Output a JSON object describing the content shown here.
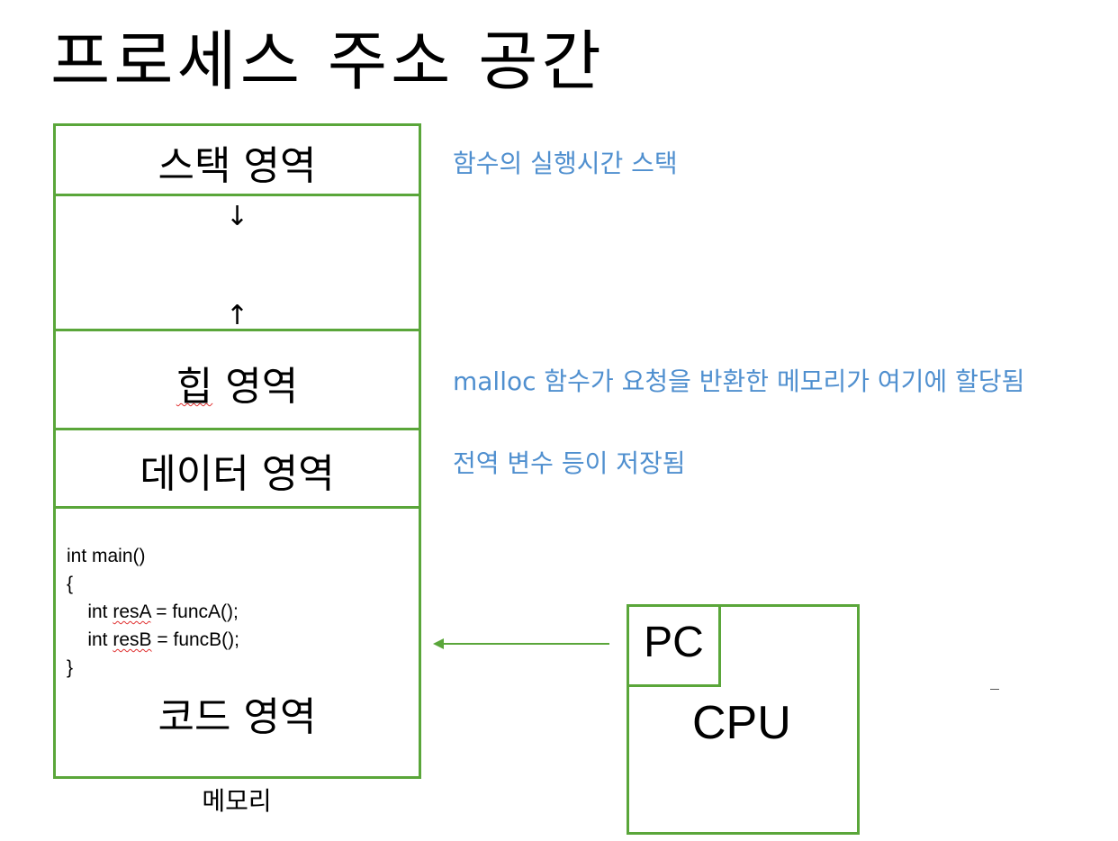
{
  "title": "프로세스 주소 공간",
  "memory": {
    "caption": "메모리",
    "regions": {
      "stack": "스택 영역",
      "heap": "힙 영역",
      "data": "데이터 영역",
      "code": "코드 영역"
    },
    "arrows": {
      "down": "↓",
      "up": "↑"
    },
    "code_lines": {
      "line1": "int main()",
      "line2": "{",
      "line3_indent": "    int ",
      "line3_var": "resA",
      "line3_rest": " = funcA();",
      "line4_indent": "    int ",
      "line4_var": "resB",
      "line4_rest": " = funcB();",
      "line5": "}"
    }
  },
  "annotations": {
    "stack": "함수의 실행시간 스택",
    "heap": "malloc 함수가 요청을 반환한 메모리가 여기에 할당됨",
    "data": "전역 변수 등이 저장됨"
  },
  "cpu": {
    "pc_label": "PC",
    "cpu_label": "CPU"
  },
  "colors": {
    "box_border": "#5aa63a",
    "annotation_text": "#4f8fcf",
    "arrow": "#5aa63a",
    "spellcheck_underline": "#e03030"
  }
}
